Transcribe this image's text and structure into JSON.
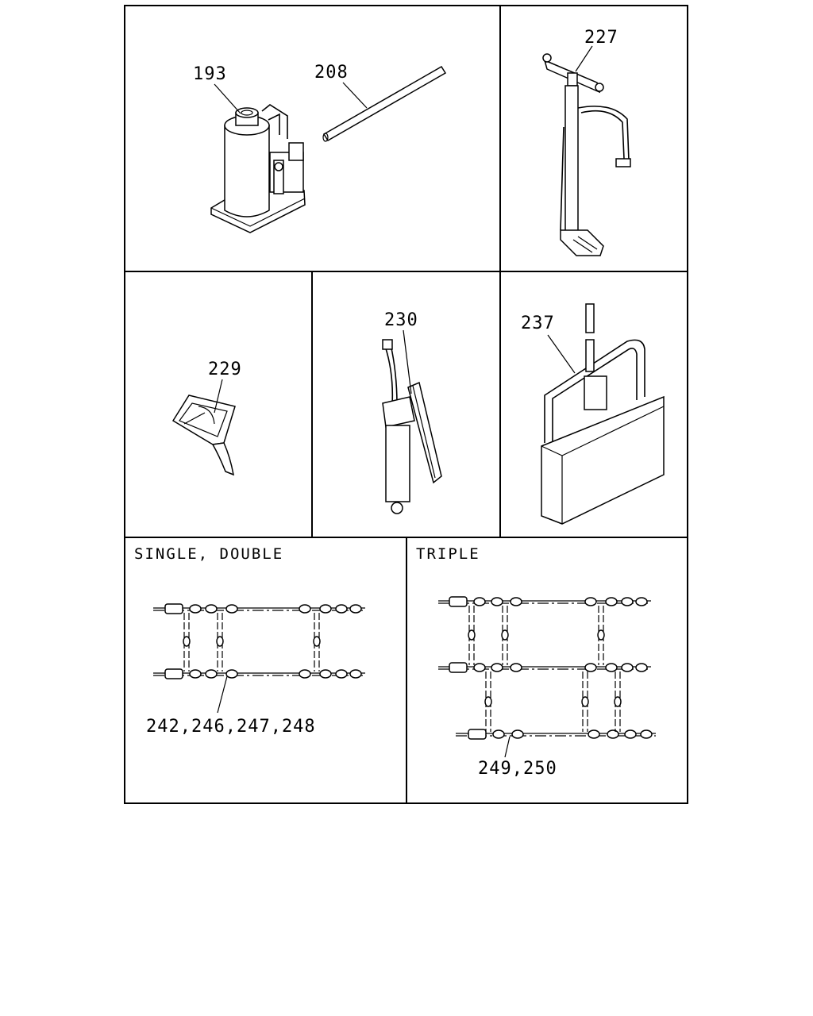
{
  "panels": {
    "jack": {
      "callouts": [
        "193",
        "208"
      ]
    },
    "pump": {
      "callouts": [
        "227"
      ]
    },
    "gauge": {
      "callouts": [
        "229"
      ]
    },
    "grease_gun": {
      "callouts": [
        "230"
      ]
    },
    "tool_bag": {
      "callouts": [
        "237"
      ]
    },
    "chain_single_double": {
      "heading": "SINGLE, DOUBLE",
      "callouts": [
        "242,246,247,248"
      ]
    },
    "chain_triple": {
      "heading": "TRIPLE",
      "callouts": [
        "249,250"
      ]
    }
  }
}
